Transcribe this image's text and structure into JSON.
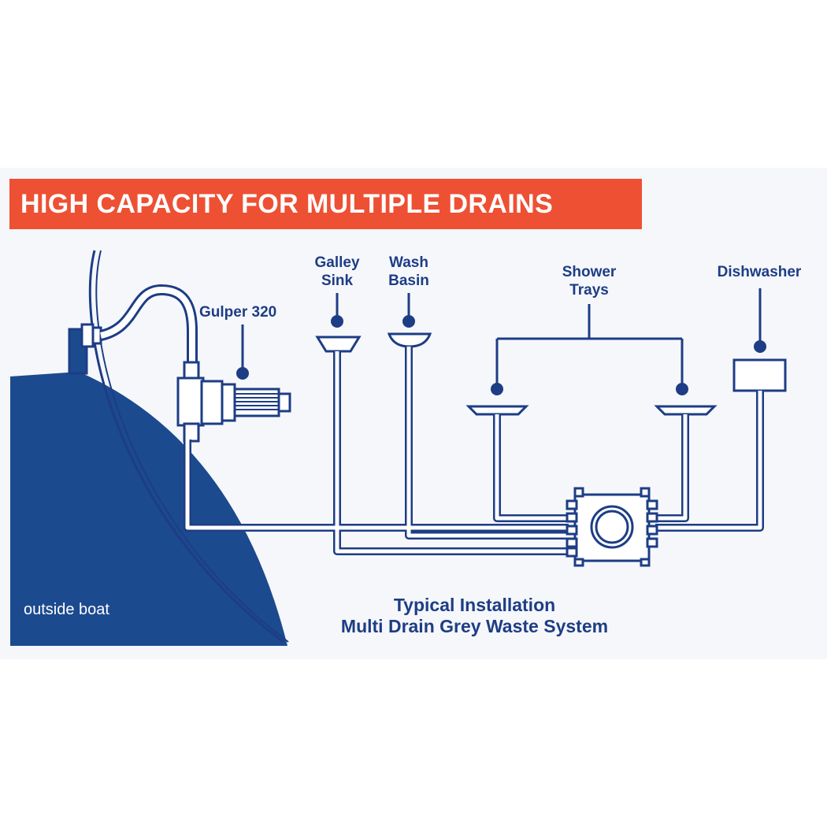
{
  "banner": {
    "title": "HIGH CAPACITY FOR MULTIPLE DRAINS"
  },
  "labels": {
    "gulper": "Gulper 320",
    "galley_line1": "Galley",
    "galley_line2": "Sink",
    "wash_line1": "Wash",
    "wash_line2": "Basin",
    "shower_line1": "Shower",
    "shower_line2": "Trays",
    "dishwasher": "Dishwasher",
    "outside": "outside boat"
  },
  "caption": {
    "line1": "Typical Installation",
    "line2": "Multi Drain Grey Waste System"
  },
  "colors": {
    "hull": "#1c4a8e",
    "line": "#1d3d85",
    "banner": "#ee5034",
    "background": "#f6f7fa"
  }
}
